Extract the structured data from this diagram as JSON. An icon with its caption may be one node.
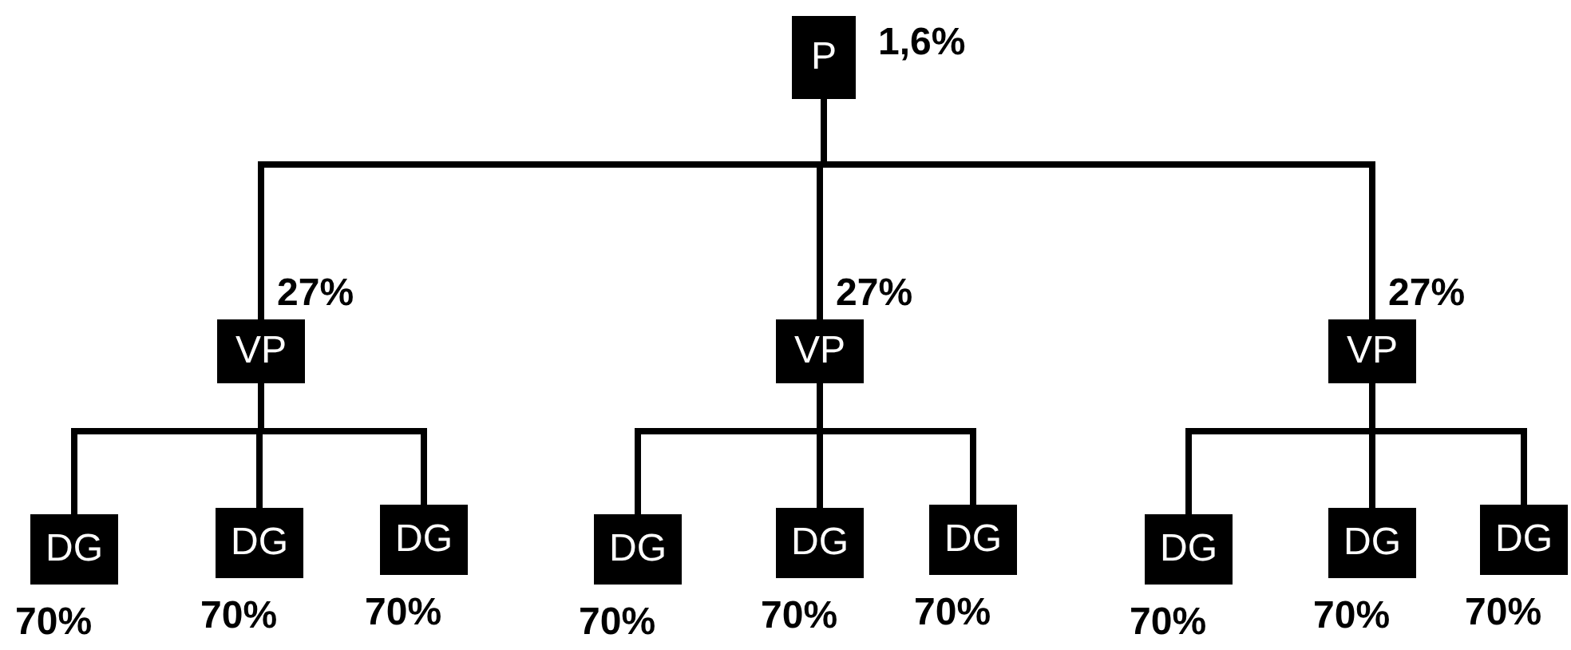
{
  "diagram": {
    "nodes": [
      {
        "text": [
          "P"
        ],
        "beside": [
          "1,6%"
        ]
      },
      {
        "text": [
          "VP"
        ],
        "beside": [
          "27%"
        ]
      },
      {
        "text": [
          "VP"
        ],
        "beside": [
          "27%"
        ]
      },
      {
        "text": [
          "VP"
        ],
        "beside": [
          "27%"
        ]
      },
      {
        "text": [
          "DG"
        ],
        "beside": [
          "70%"
        ]
      },
      {
        "text": [
          "DG"
        ],
        "beside": [
          "70%"
        ]
      },
      {
        "text": [
          "DG"
        ],
        "beside": [
          "70%"
        ]
      },
      {
        "text": [
          "DG"
        ],
        "beside": [
          "70%"
        ]
      },
      {
        "text": [
          "DG"
        ],
        "beside": [
          "70%"
        ]
      },
      {
        "text": [
          "DG"
        ],
        "beside": [
          "70%"
        ]
      },
      {
        "text": [
          "DG"
        ],
        "beside": [
          "70%"
        ]
      },
      {
        "text": [
          "DG"
        ],
        "beside": [
          "70%"
        ]
      },
      {
        "text": [
          "DG"
        ],
        "beside": [
          "70%"
        ]
      }
    ],
    "edges": [
      {
        "from": 0,
        "to": 1,
        "arrow": "none"
      },
      {
        "from": 0,
        "to": 2,
        "arrow": "none"
      },
      {
        "from": 0,
        "to": 3,
        "arrow": "none"
      },
      {
        "from": 1,
        "to": 4,
        "arrow": "none"
      },
      {
        "from": 1,
        "to": 5,
        "arrow": "none"
      },
      {
        "from": 1,
        "to": 6,
        "arrow": "none"
      },
      {
        "from": 2,
        "to": 7,
        "arrow": "none"
      },
      {
        "from": 2,
        "to": 8,
        "arrow": "none"
      },
      {
        "from": 2,
        "to": 9,
        "arrow": "none"
      },
      {
        "from": 3,
        "to": 10,
        "arrow": "none"
      },
      {
        "from": 3,
        "to": 11,
        "arrow": "none"
      },
      {
        "from": 3,
        "to": 12,
        "arrow": "none"
      }
    ]
  }
}
